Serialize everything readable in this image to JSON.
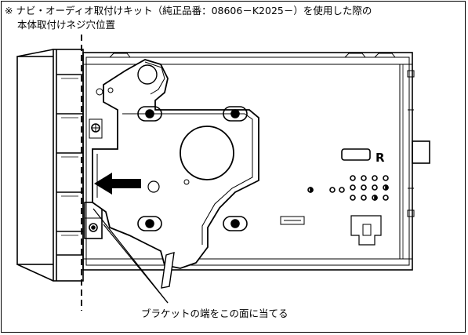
{
  "note": {
    "line1": "※ ナビ・オーディオ取付けキット（純正品番：08606－K2025－）を使用した際の",
    "line2": "本体取付けネジ穴位置"
  },
  "diagram": {
    "caption": "ブラケットの端をこの面に当てる",
    "marker_label": "R"
  },
  "colors": {
    "line": "#000000",
    "background": "#ffffff"
  }
}
